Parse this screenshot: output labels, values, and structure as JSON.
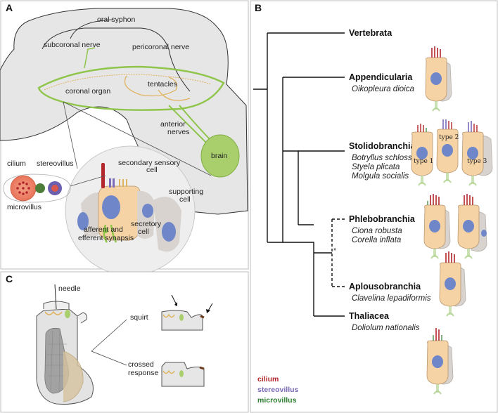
{
  "panels": {
    "a": "A",
    "b": "B",
    "c": "C"
  },
  "panel_a": {
    "oral_syphon": "oral syphon",
    "subcoronal_nerve": "subcoronal nerve",
    "pericoronal_nerve": "pericoronal nerve",
    "coronal_organ": "coronal organ",
    "tentacles": "tentacles",
    "anterior": "anterior",
    "nerves": "nerves",
    "brain": "brain",
    "cilium": "cilium",
    "stereovillus": "stereovillus",
    "microvillus": "microvillus",
    "secondary_sensory": "secondary sensory",
    "cell1": "cell",
    "supporting": "supporting",
    "cell2": "cell",
    "secretory": "secretory",
    "cell3": "cell",
    "afferent_and": "afferent and",
    "efferent_synapsis": "efferent synapsis"
  },
  "panel_b": {
    "taxa": [
      {
        "name": "Vertebrata",
        "species": []
      },
      {
        "name": "Appendicularia",
        "species": [
          "Oikopleura dioica"
        ]
      },
      {
        "name": "Stolidobranchia",
        "species": [
          "Botryllus schlosseri",
          "Styela plicata",
          "Molgula socialis"
        ]
      },
      {
        "name": "Phlebobranchia",
        "species": [
          "Ciona robusta",
          "Corella inflata"
        ]
      },
      {
        "name": "Aplousobranchia",
        "species": [
          "Clavelina lepadiformis"
        ]
      },
      {
        "name": "Thaliacea",
        "species": [
          "Doliolum nationalis"
        ]
      }
    ],
    "asterisk": "*",
    "type1": "type 1",
    "type2": "type 2",
    "type3": "type 3",
    "legend": [
      {
        "label": "cilium",
        "color": "#b3262b"
      },
      {
        "label": "stereovillus",
        "color": "#7b6bb8"
      },
      {
        "label": "microvillus",
        "color": "#2e7d32"
      }
    ]
  },
  "panel_c": {
    "needle": "needle",
    "squirt": "squirt",
    "crossed": "crossed",
    "response": "response"
  },
  "colors": {
    "cell_fill": "#f6d3a4",
    "nucleus": "#6f86c9",
    "green": "#8ec54a",
    "brain": "#a9cf6d",
    "grey_bg": "#ececec"
  }
}
